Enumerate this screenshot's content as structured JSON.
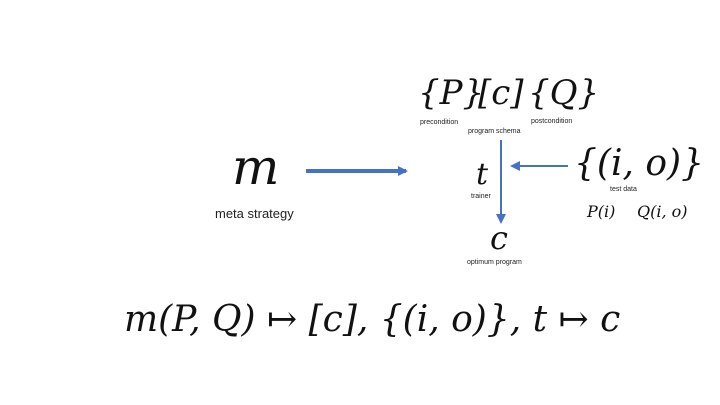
{
  "meta": {
    "symbol": "m",
    "label": "meta strategy"
  },
  "schema": {
    "precondition_symbol": "{P}",
    "program_symbol": "[c]",
    "postcondition_symbol": "{Q}",
    "precondition_label": "precondition",
    "program_label": "program schema",
    "postcondition_label": "postcondition"
  },
  "trainer": {
    "symbol": "t",
    "label": "trainer"
  },
  "test_data": {
    "symbol": "{(i, o)}",
    "label": "test data",
    "p_of_i": "P(i)",
    "q_of_io": "Q(i, o)"
  },
  "optimum": {
    "symbol": "c",
    "label": "optimum program"
  },
  "formula": "m(P, Q) ↦ [c], {(i, o)}, t ↦ c",
  "colors": {
    "arrow": "#4472C4",
    "text": "#111111"
  }
}
